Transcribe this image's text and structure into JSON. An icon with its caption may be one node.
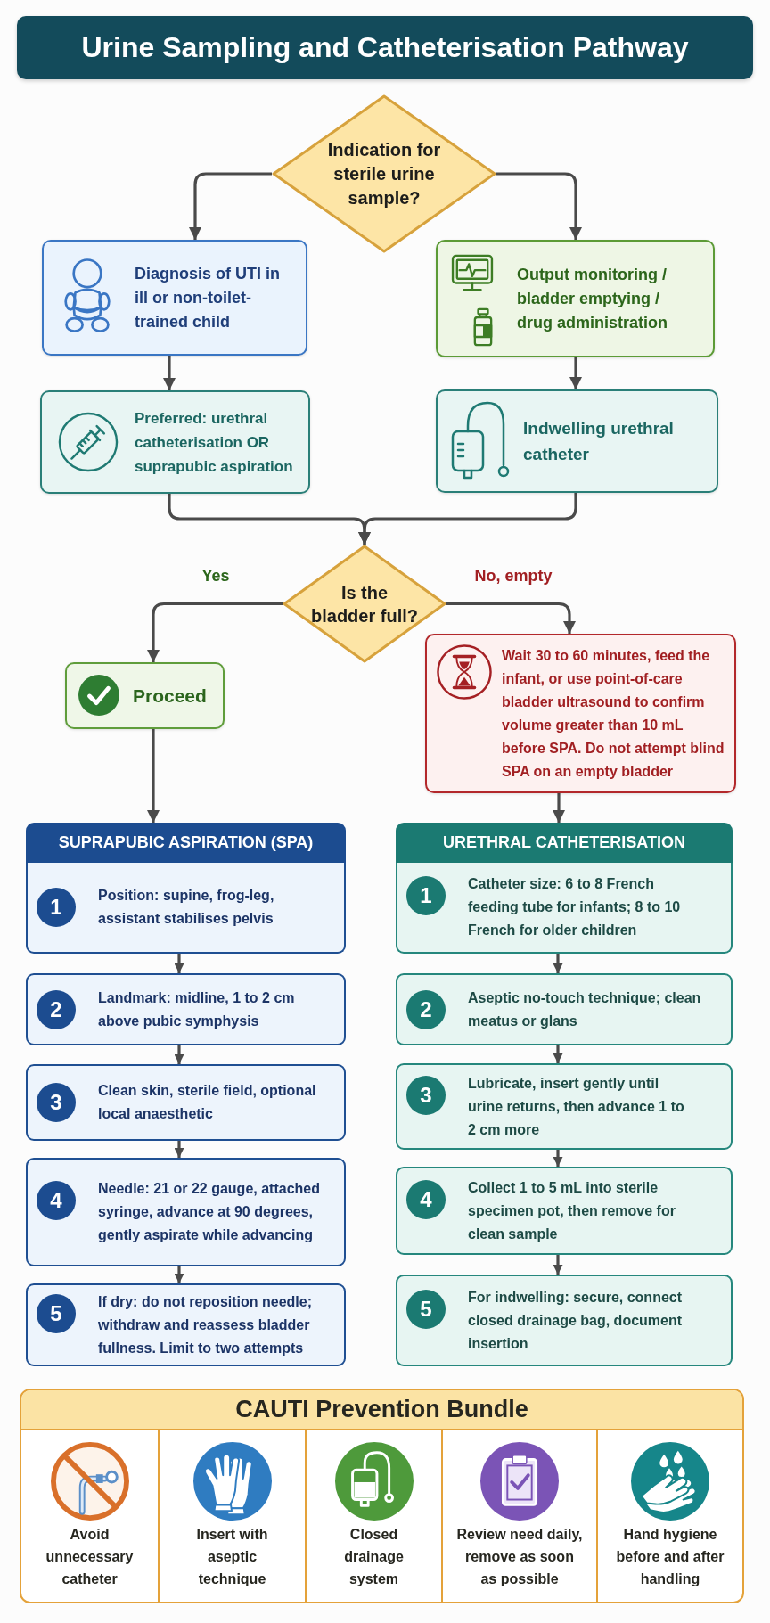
{
  "diagram": {
    "title": "Urine Sampling and Catheterisation Pathway",
    "nodes": [
      {
        "text": [
          "Indication for sterile urine sample?"
        ]
      },
      {
        "text": [
          "Diagnosis of UTI in ill or non-toilet-trained child"
        ]
      },
      {
        "text": [
          "Output monitoring / bladder emptying / drug administration"
        ]
      },
      {
        "text": [
          "Preferred: urethral catheterisation OR suprapubic aspiration"
        ]
      },
      {
        "text": [
          "Indwelling urethral catheter"
        ]
      },
      {
        "text": [
          "Is the bladder full?"
        ]
      },
      {
        "text": [
          "Proceed"
        ]
      },
      {
        "text": [
          "Wait 30 to 60 minutes, feed the infant, or use point-of-care bladder ultrasound to confirm volume greater than 10 mL before SPA. Do not attempt blind SPA on an empty bladder"
        ]
      },
      {
        "text": [
          "SUPRAPUBIC ASPIRATION (SPA)"
        ]
      },
      {
        "text": [
          "1",
          "Position: supine, frog-leg, assistant stabilises pelvis"
        ]
      },
      {
        "text": [
          "2",
          "Landmark: midline, 1 to 2 cm above pubic symphysis"
        ]
      },
      {
        "text": [
          "3",
          "Clean skin, sterile field, optional local anaesthetic"
        ]
      },
      {
        "text": [
          "4",
          "Needle: 21 or 22 gauge, attached syringe, advance at 90 degrees, gently aspirate while advancing"
        ]
      },
      {
        "text": [
          "5",
          "If dry: do not reposition needle; withdraw and reassess bladder fullness. Limit to two attempts"
        ]
      },
      {
        "text": [
          "URETHRAL CATHETERISATION"
        ]
      },
      {
        "text": [
          "1",
          "Catheter size: 6 to 8 French feeding tube for infants; 8 to 10 French for older children"
        ]
      },
      {
        "text": [
          "2",
          "Aseptic no-touch technique; clean meatus or glans"
        ]
      },
      {
        "text": [
          "3",
          "Lubricate, insert gently until urine returns, then advance 1 to 2 cm more"
        ]
      },
      {
        "text": [
          "4",
          "Collect 1 to 5 mL into sterile specimen pot, then remove for clean sample"
        ]
      },
      {
        "text": [
          "5",
          "For indwelling: secure, connect closed drainage bag, document insertion"
        ]
      },
      {
        "text": [
          "CAUTI Prevention Bundle"
        ]
      },
      {
        "text": [
          "Avoid unnecessary catheter"
        ],
        "in": 20
      },
      {
        "text": [
          "Insert with aseptic technique"
        ],
        "in": 20
      },
      {
        "text": [
          "Closed drainage system"
        ],
        "in": 20
      },
      {
        "text": [
          "Review need daily, remove as soon as possible"
        ],
        "in": 20
      },
      {
        "text": [
          "Hand hygiene before and after handling"
        ],
        "in": 20
      }
    ],
    "edges": [
      {
        "from": 0,
        "to": 1,
        "arrow": "to"
      },
      {
        "from": 0,
        "to": 2,
        "arrow": "to"
      },
      {
        "from": 1,
        "to": 3,
        "arrow": "to"
      },
      {
        "from": 2,
        "to": 4,
        "arrow": "to"
      },
      {
        "from": 3,
        "to": 5,
        "arrow": "to"
      },
      {
        "from": 4,
        "to": 5,
        "arrow": "to"
      },
      {
        "from": 5,
        "to": 6,
        "label": "Yes",
        "arrow": "to"
      },
      {
        "from": 5,
        "to": 7,
        "label": "No, empty",
        "arrow": "to"
      },
      {
        "from": 6,
        "to": 8,
        "arrow": "to"
      },
      {
        "from": 7,
        "to": 14,
        "arrow": "to"
      },
      {
        "from": 9,
        "to": 10,
        "arrow": "to"
      },
      {
        "from": 10,
        "to": 11,
        "arrow": "to"
      },
      {
        "from": 11,
        "to": 12,
        "arrow": "to"
      },
      {
        "from": 12,
        "to": 13,
        "arrow": "to"
      },
      {
        "from": 15,
        "to": 16,
        "arrow": "to"
      },
      {
        "from": 16,
        "to": 17,
        "arrow": "to"
      },
      {
        "from": 17,
        "to": 18,
        "arrow": "to"
      },
      {
        "from": 18,
        "to": 19,
        "arrow": "to"
      }
    ]
  }
}
